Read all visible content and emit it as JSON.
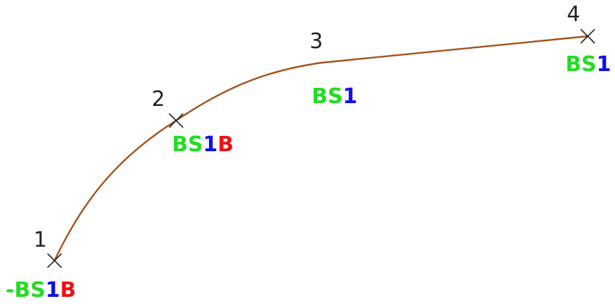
{
  "colors": {
    "background": "#ffffff",
    "curve": "#a0521a",
    "marker": "#222222",
    "point_number": "#222222",
    "code_green": "#22dd22",
    "code_blue": "#1111ee",
    "code_red": "#ee1111"
  },
  "points": [
    {
      "number": "1",
      "marker_icon": "x-cross-icon",
      "code": {
        "prefix": "-",
        "letters": "BS",
        "digit": "1",
        "suffix": "B"
      }
    },
    {
      "number": "2",
      "marker_icon": "x-cross-icon",
      "code": {
        "prefix": "",
        "letters": "BS",
        "digit": "1",
        "suffix": "B"
      }
    },
    {
      "number": "3",
      "marker_icon": "",
      "code": {
        "prefix": "",
        "letters": "BS",
        "digit": "1",
        "suffix": ""
      }
    },
    {
      "number": "4",
      "marker_icon": "x-cross-icon",
      "code": {
        "prefix": "",
        "letters": "BS",
        "digit": "1",
        "suffix": ""
      }
    }
  ]
}
